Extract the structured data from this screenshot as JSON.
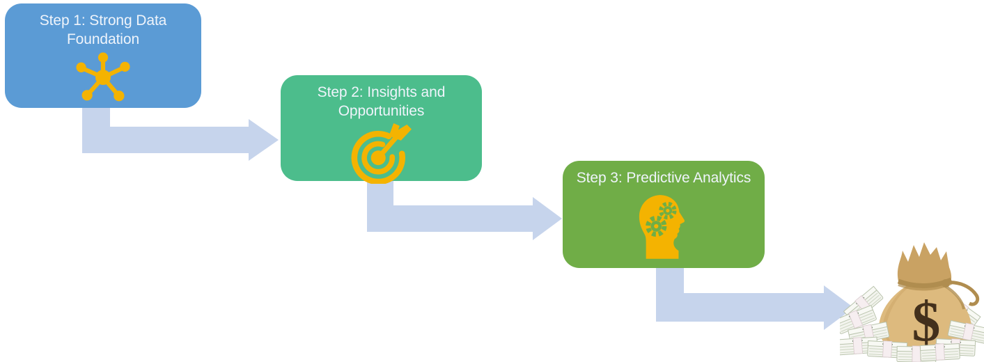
{
  "diagram": {
    "background": "#ffffff",
    "steps": [
      {
        "label": "Step 1: Strong Data Foundation",
        "color": "#5b9bd5",
        "icon": "network-nodes"
      },
      {
        "label": "Step 2: Insights and Opportunities",
        "color": "#4cbd8c",
        "icon": "target-arrow"
      },
      {
        "label": "Step 3: Predictive Analytics",
        "color": "#70ad47",
        "icon": "head-with-gears"
      }
    ],
    "flow": [
      "step-1",
      "step-2",
      "step-3",
      "money-reward"
    ]
  },
  "colors": {
    "arrow": "#c6d4ec",
    "icon_gold": "#f4b301",
    "gear_green": "#6fae46",
    "label_text": "#eff4fb"
  },
  "money": {
    "symbol": "$",
    "bag_color": "#ddba7e",
    "bag_shade": "#c9a263",
    "rope_color": "#b08d4f",
    "dollar_color": "#43301c",
    "bill_paper": "#f3f4ee",
    "bill_print": "#7b8f78",
    "name": "money-bag-with-cash-piles"
  }
}
